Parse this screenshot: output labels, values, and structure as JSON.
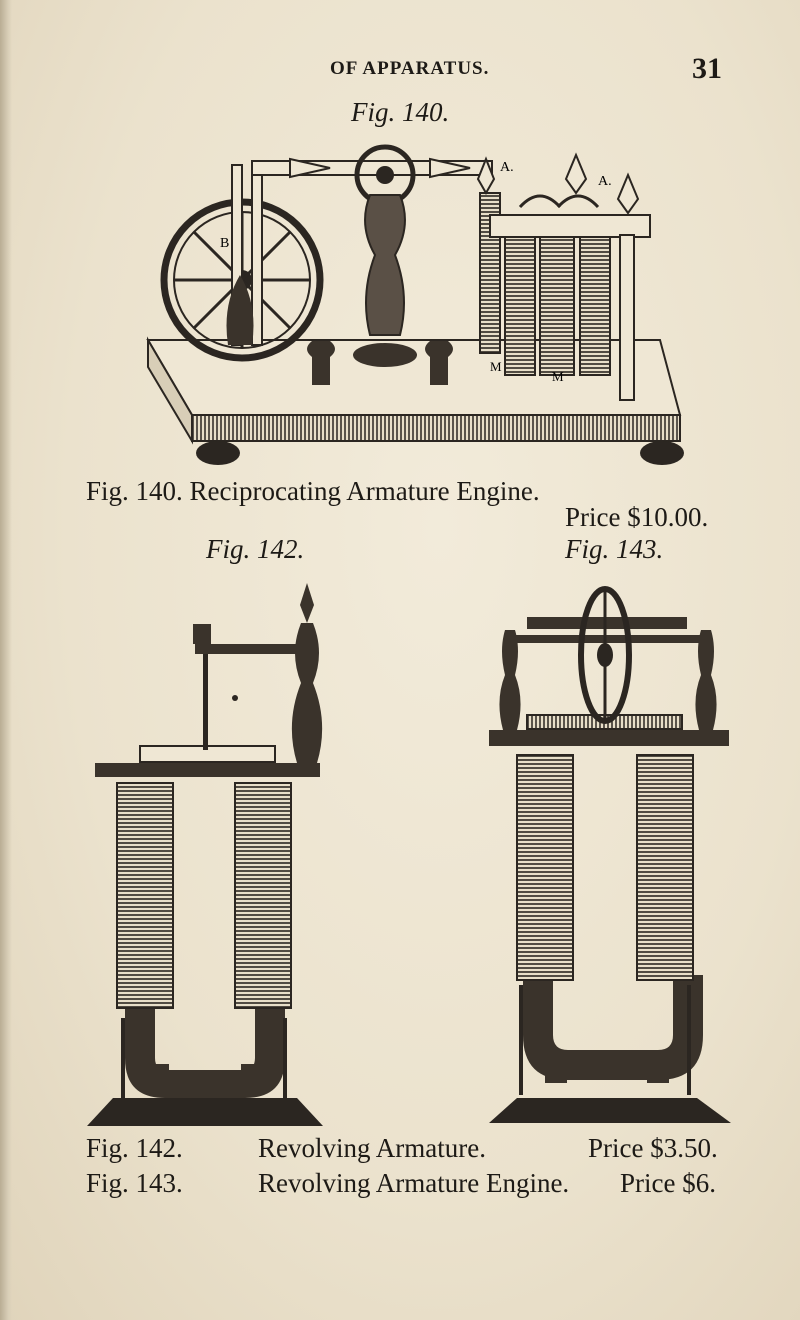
{
  "header": {
    "title": "OF APPARATUS.",
    "page_number": "31"
  },
  "fig140": {
    "label": "Fig. 140.",
    "caption": "Fig. 140.  Reciprocating Armature Engine.",
    "price": "Price $10.00.",
    "markers": {
      "A1": "A.",
      "A2": "A.",
      "B": "B",
      "M1": "M",
      "M2": "M"
    }
  },
  "fig142": {
    "label": "Fig. 142."
  },
  "fig143": {
    "label": "Fig. 143."
  },
  "captions": [
    {
      "fig": "Fig. 142.",
      "title": "Revolving Armature.",
      "price": "Price $3.50."
    },
    {
      "fig": "Fig. 143.",
      "title": "Revolving Armature Engine.",
      "price": "Price $6."
    }
  ]
}
